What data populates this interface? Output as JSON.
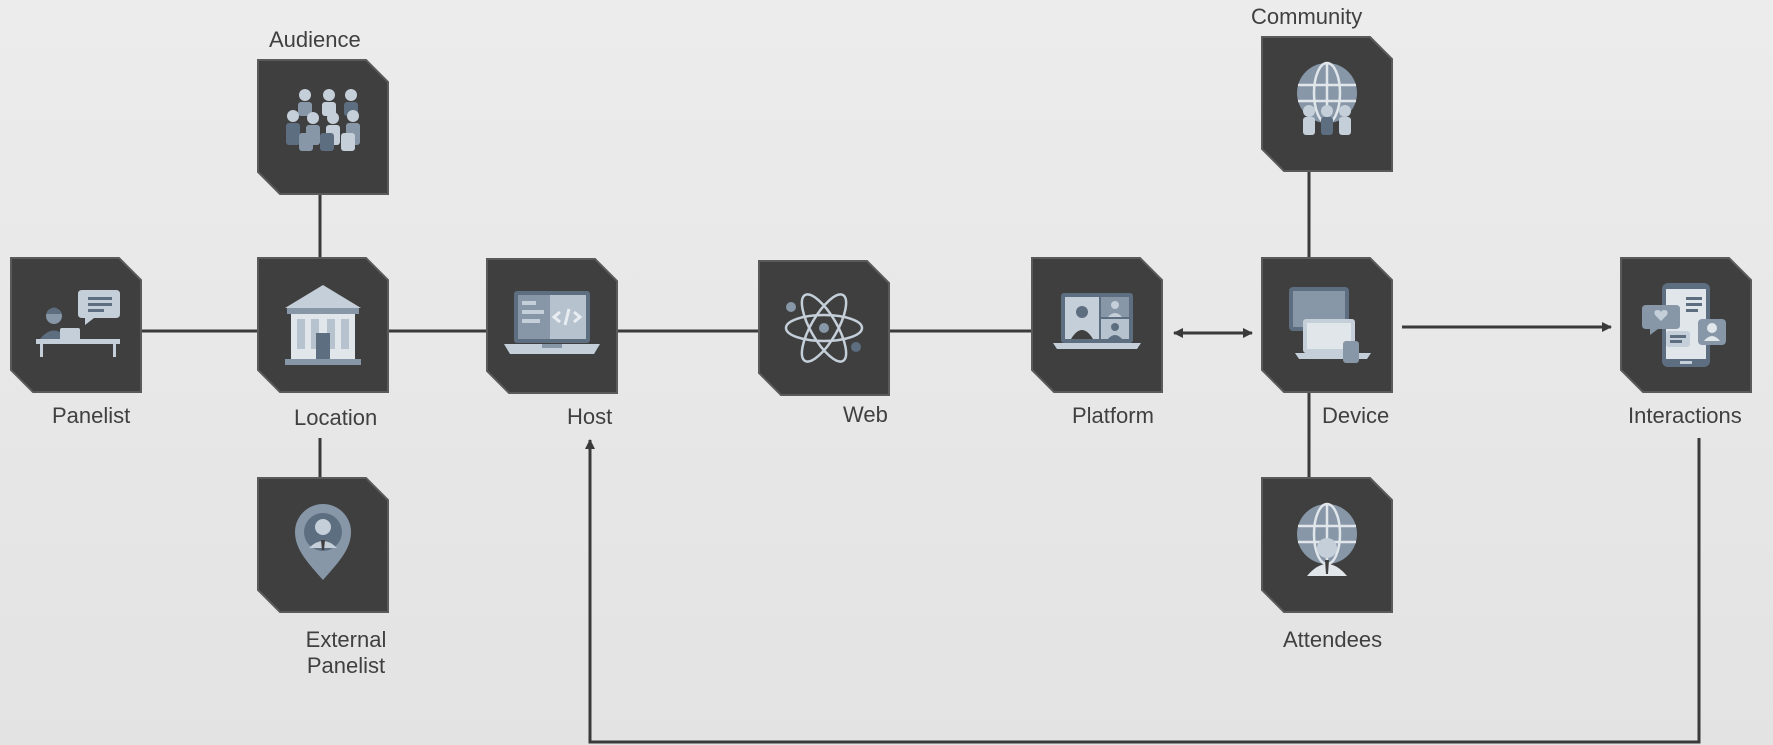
{
  "nodes": [
    {
      "id": "panelist",
      "label": "Panelist",
      "icon": "panelist-icon"
    },
    {
      "id": "location",
      "label": "Location",
      "icon": "building-icon"
    },
    {
      "id": "audience",
      "label": "Audience",
      "icon": "audience-icon"
    },
    {
      "id": "external_panelist",
      "label": "External\nPanelist",
      "icon": "location-pin-person-icon"
    },
    {
      "id": "host",
      "label": "Host",
      "icon": "laptop-code-icon"
    },
    {
      "id": "web",
      "label": "Web",
      "icon": "atom-icon"
    },
    {
      "id": "platform",
      "label": "Platform",
      "icon": "video-conference-icon"
    },
    {
      "id": "device",
      "label": "Device",
      "icon": "devices-icon"
    },
    {
      "id": "community",
      "label": "Community",
      "icon": "globe-people-icon"
    },
    {
      "id": "attendees",
      "label": "Attendees",
      "icon": "globe-person-icon"
    },
    {
      "id": "interactions",
      "label": "Interactions",
      "icon": "chat-phone-icon"
    }
  ],
  "colors": {
    "node_fill": "#3f3f3f",
    "node_stroke": "#5a5a5a",
    "connector": "#3a3a3a",
    "icon_light": "#c5cfd9",
    "icon_mid": "#8797a8",
    "icon_dark": "#5d6e80",
    "label": "#404040"
  }
}
